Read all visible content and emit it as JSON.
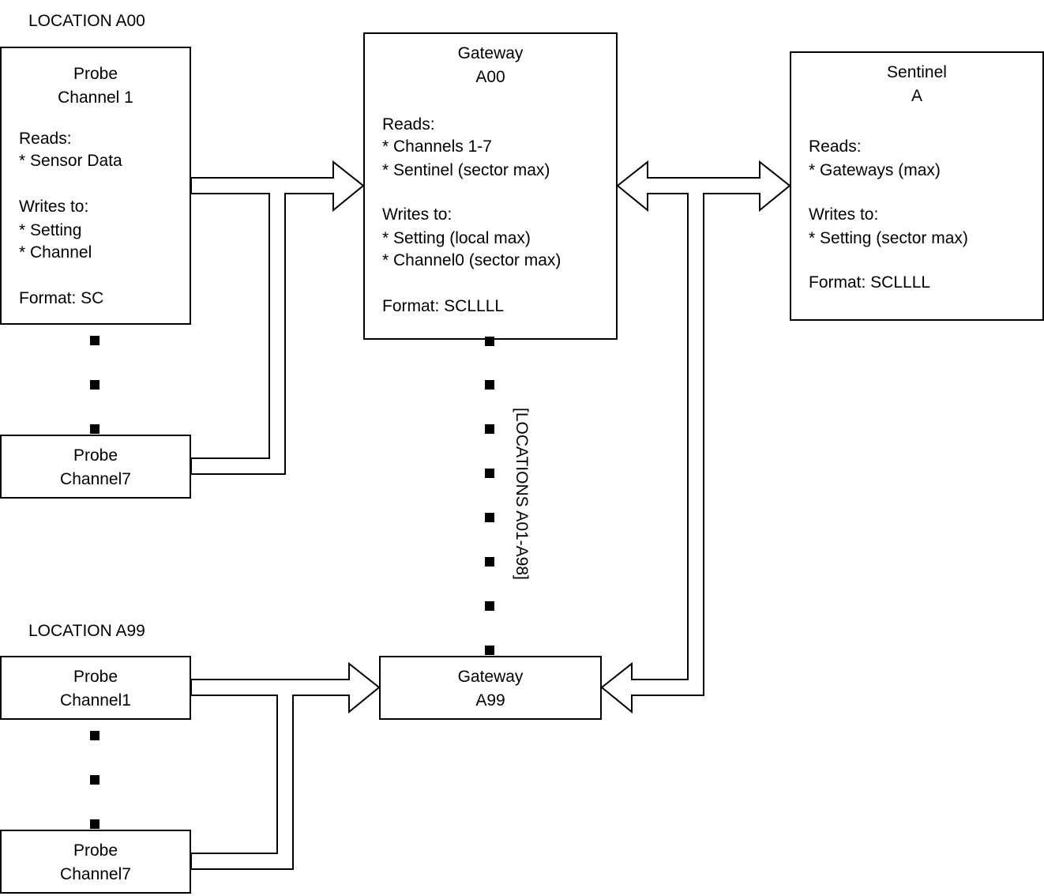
{
  "location_a00": {
    "label": "LOCATION A00"
  },
  "location_a99": {
    "label": "LOCATION A99"
  },
  "locations_range": {
    "label": "[LOCATIONS A01-A98]"
  },
  "probe_a00_ch1": {
    "title_1": "Probe",
    "title_2": "Channel 1",
    "reads_label": "Reads:",
    "reads_1": "* Sensor Data",
    "writes_label": "Writes to:",
    "writes_1": "* Setting",
    "writes_2": "* Channel",
    "format": "Format: SC"
  },
  "probe_a00_ch7": {
    "title_1": "Probe",
    "title_2": "Channel7"
  },
  "gateway_a00": {
    "title_1": "Gateway",
    "title_2": "A00",
    "reads_label": "Reads:",
    "reads_1": "* Channels 1-7",
    "reads_2": "* Sentinel (sector max)",
    "writes_label": "Writes to:",
    "writes_1": "* Setting (local max)",
    "writes_2": "* Channel0 (sector max)",
    "format": "Format: SCLLLL"
  },
  "sentinel_a": {
    "title_1": "Sentinel",
    "title_2": "A",
    "reads_label": "Reads:",
    "reads_1": "* Gateways (max)",
    "writes_label": "Writes to:",
    "writes_1": "* Setting (sector max)",
    "format": "Format: SCLLLL"
  },
  "probe_a99_ch1": {
    "title_1": "Probe",
    "title_2": "Channel1"
  },
  "probe_a99_ch7": {
    "title_1": "Probe",
    "title_2": "Channel7"
  },
  "gateway_a99": {
    "title_1": "Gateway",
    "title_2": "A99"
  }
}
